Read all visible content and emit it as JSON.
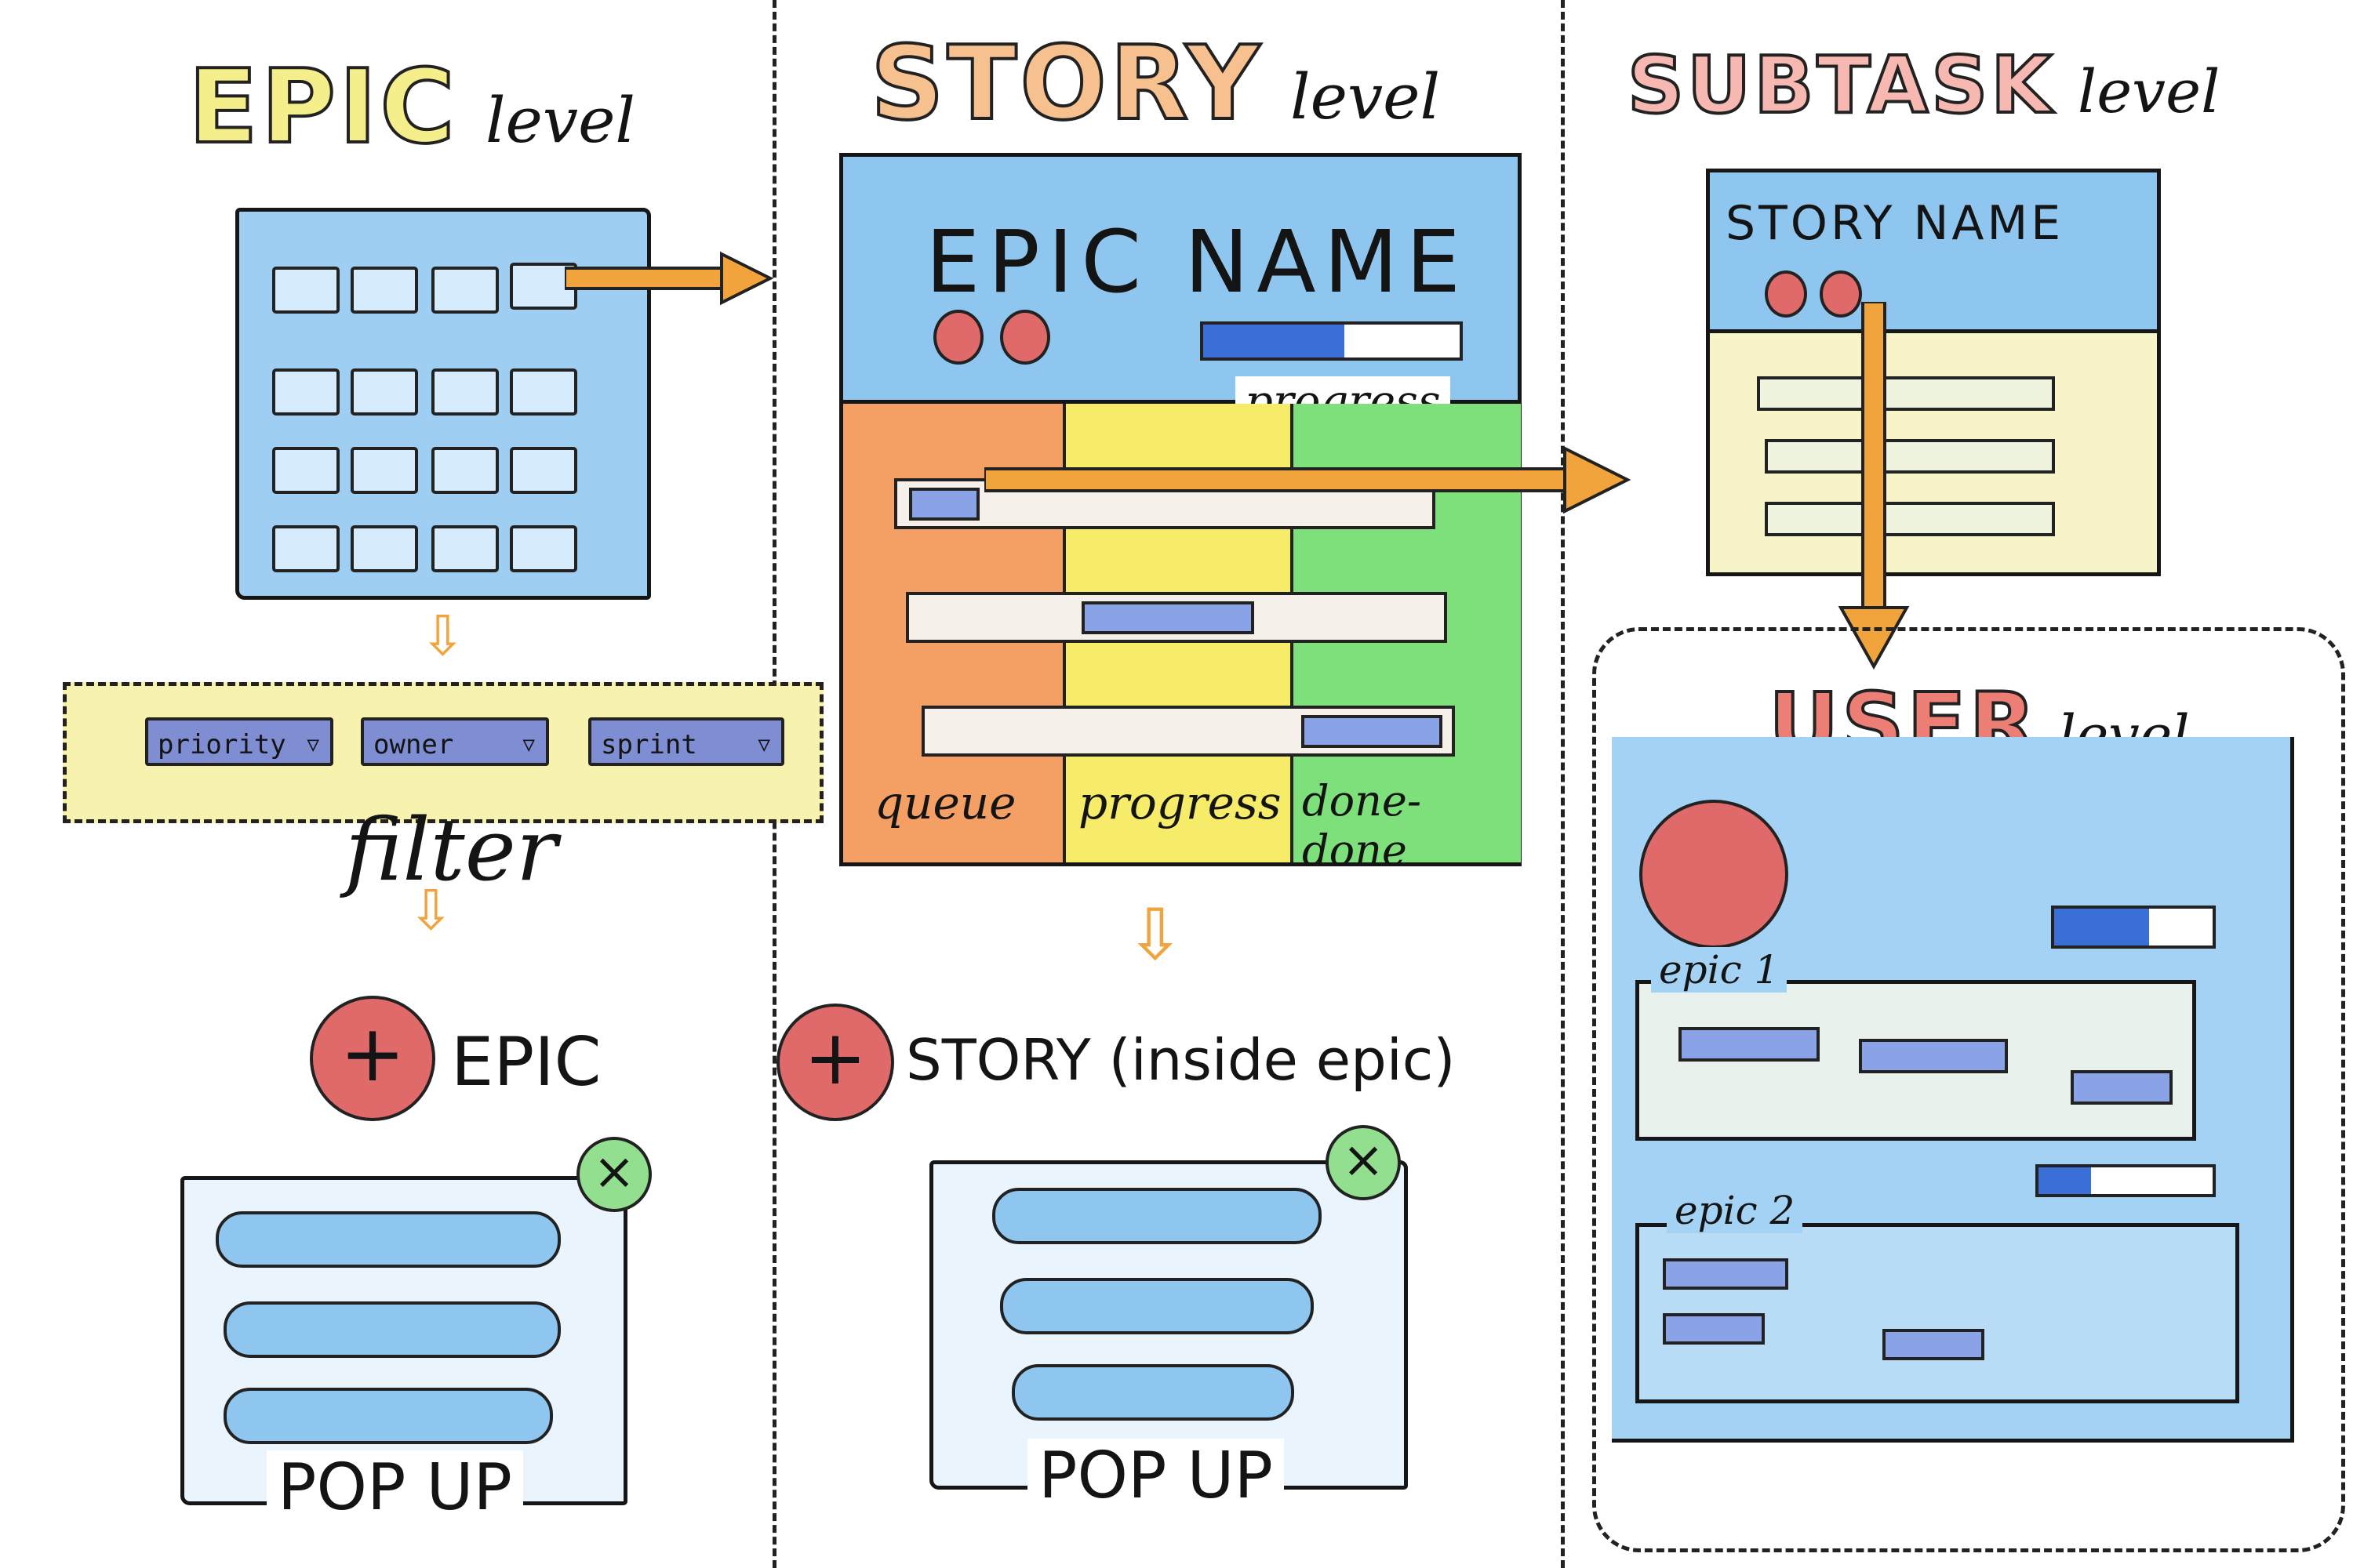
{
  "columns": {
    "epic": {
      "title_big": "EPIC",
      "title_small": "level",
      "filter_options": [
        "priority",
        "owner",
        "sprint"
      ],
      "filter_label": "filter",
      "add_label": "EPIC",
      "popup_label": "POP UP"
    },
    "story": {
      "title_big": "STORY",
      "title_small": "level",
      "header_title": "EPIC NAME",
      "progress_label": "progress",
      "lanes": [
        "queue",
        "progress",
        "done-done"
      ],
      "add_label": "STORY (inside epic)",
      "popup_label": "POP UP"
    },
    "subtask": {
      "title_big": "SUBTASK",
      "title_small": "level",
      "header_title": "STORY NAME"
    },
    "user": {
      "title_big": "USER",
      "title_small": "level",
      "groups": [
        "epic 1",
        "epic 2"
      ]
    }
  },
  "glyphs": {
    "plus": "+",
    "close": "×",
    "down_arrow": "⇩",
    "dropdown": "▽"
  },
  "colors": {
    "epic_title": "#f4ef8a",
    "story_title": "#f7c08f",
    "subtask_title": "#f6b8b0",
    "user_title": "#ec7e76",
    "panel_blue": "#8fc6ef",
    "queue": "#f4a064",
    "progress": "#f6ec6a",
    "done": "#7ee07a",
    "arrow": "#f2a43c",
    "accent_red": "#e06a6a",
    "close_green": "#92e08f"
  }
}
